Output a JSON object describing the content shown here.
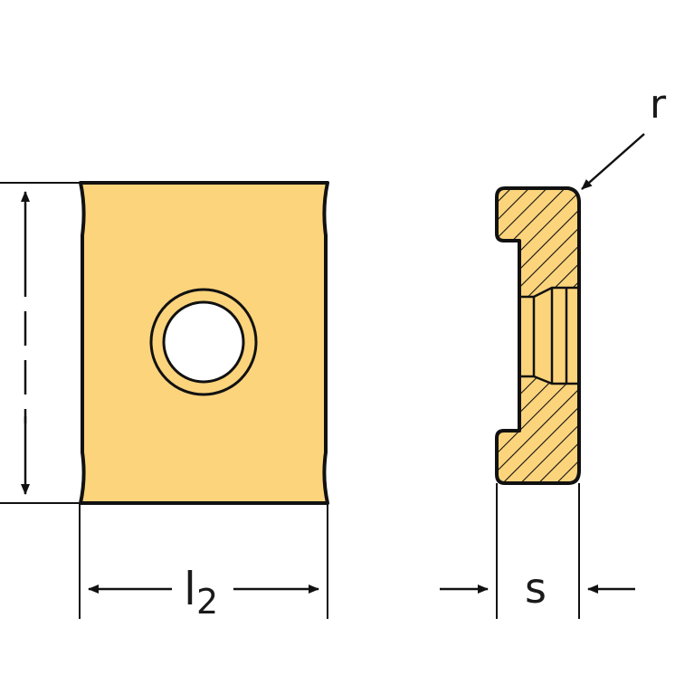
{
  "labels": {
    "length": "l",
    "length_subscript": "2",
    "thickness": "s",
    "radius": "r"
  },
  "colors": {
    "insert_fill": "#fcd47c",
    "outline": "#111111",
    "background": "#ffffff"
  }
}
